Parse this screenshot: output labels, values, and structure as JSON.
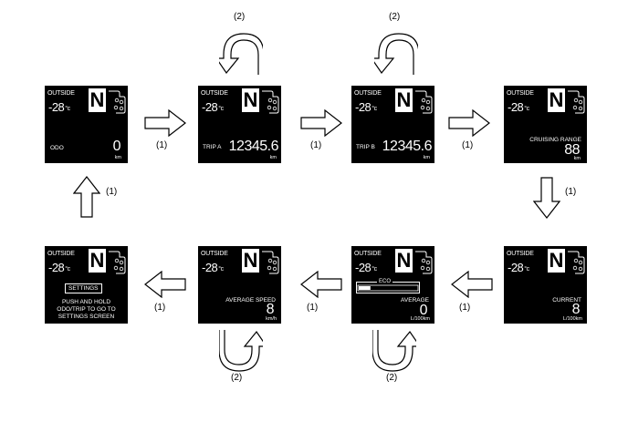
{
  "screens": {
    "odo": {
      "outside": "OUTSIDE",
      "temp": "-28",
      "temp_unit": "°c",
      "gear": "N",
      "label": "ODO",
      "value": "0",
      "unit": "km"
    },
    "trip_a": {
      "outside": "OUTSIDE",
      "temp": "-28",
      "temp_unit": "°c",
      "gear": "N",
      "label": "TRIP A",
      "value": "12345.6",
      "unit": "km"
    },
    "trip_b": {
      "outside": "OUTSIDE",
      "temp": "-28",
      "temp_unit": "°c",
      "gear": "N",
      "label": "TRIP B",
      "value": "12345.6",
      "unit": "km"
    },
    "cruising": {
      "outside": "OUTSIDE",
      "temp": "-28",
      "temp_unit": "°c",
      "gear": "N",
      "label": "CRUISING RANGE",
      "value": "88",
      "unit": "km"
    },
    "current": {
      "outside": "OUTSIDE",
      "temp": "-28",
      "temp_unit": "°c",
      "gear": "N",
      "label": "CURRENT",
      "value": "8",
      "unit": "L/100km"
    },
    "average": {
      "outside": "OUTSIDE",
      "temp": "-28",
      "temp_unit": "°c",
      "gear": "N",
      "eco": "ECO",
      "eco_level": 0.2,
      "label": "AVERAGE",
      "value": "0",
      "unit": "L/100km"
    },
    "avg_speed": {
      "outside": "OUTSIDE",
      "temp": "-28",
      "temp_unit": "°c",
      "gear": "N",
      "label": "AVERAGE SPEED",
      "value": "8",
      "unit": "km/h"
    },
    "settings": {
      "outside": "OUTSIDE",
      "temp": "-28",
      "temp_unit": "°c",
      "gear": "N",
      "box": "SETTINGS",
      "msg1": "PUSH AND HOLD",
      "msg2": "ODO/TRIP TO GO TO",
      "msg3": "SETTINGS SCREEN"
    }
  },
  "labels": {
    "step1": "(1)",
    "step2": "(2)"
  }
}
